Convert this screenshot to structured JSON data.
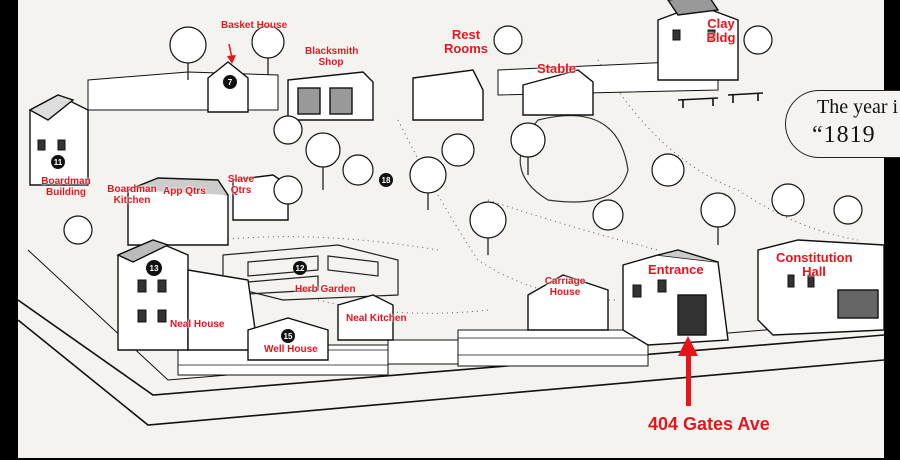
{
  "labels": {
    "basket_house": "Basket House",
    "blacksmith_shop": "Blacksmith Shop",
    "rest_rooms": "Rest Rooms",
    "stable": "Stable",
    "clay_bldg": "Clay Bldg",
    "boardman_building": "Boardman Building",
    "boardman_kitchen": "Boardman Kitchen",
    "app_qtrs": "App Qtrs",
    "slave_qtrs": "Slave Qtrs",
    "herb_garden": "Herb Garden",
    "neal_house": "Neal House",
    "neal_kitchen": "Neal Kitchen",
    "well_house": "Well House",
    "carriage_house": "Carriage House",
    "entrance": "Entrance",
    "constitution_hall": "Constitution Hall",
    "address": "404 Gates Ave"
  },
  "markers": {
    "basket": "7",
    "boardman": "11",
    "neal": "13",
    "herb": "12",
    "well": "15",
    "slave": "18"
  },
  "year_banner": {
    "line1": "The year i",
    "line2": "“1819"
  },
  "colors": {
    "label": "#e8141c",
    "ink": "#111111",
    "paper": "#f4f3ef",
    "frame": "#000000"
  }
}
